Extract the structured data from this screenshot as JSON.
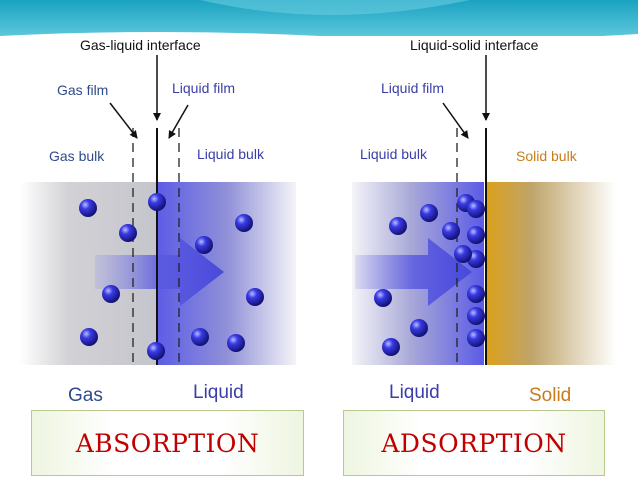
{
  "colors": {
    "header_teal": "#21a9c4",
    "label_blue": "#3b3ea8",
    "gas_label_blue": "#2f4b8a",
    "solid_orange": "#c87b1a",
    "banner_red": "#c00000",
    "molecule_blue": "#2020d0",
    "liquid_purple": "#6a6ae8",
    "solid_amber": "#dca01a"
  },
  "absorption": {
    "interface_label": "Gas-liquid interface",
    "gas_film": "Gas film",
    "liquid_film": "Liquid film",
    "gas_bulk": "Gas bulk",
    "liquid_bulk": "Liquid bulk",
    "phase_left": "Gas",
    "phase_right": "Liquid",
    "banner": "ABSORPTION"
  },
  "adsorption": {
    "interface_label": "Liquid-solid interface",
    "liquid_film": "Liquid film",
    "liquid_bulk": "Liquid bulk",
    "solid_bulk": "Solid bulk",
    "phase_left": "Liquid",
    "phase_right": "Solid",
    "banner": "ADSORPTION"
  },
  "icons": {
    "molecule": "molecule-sphere-icon",
    "flow_arrow": "flow-arrow-icon",
    "pointer_arrow": "pointer-arrow-icon"
  }
}
